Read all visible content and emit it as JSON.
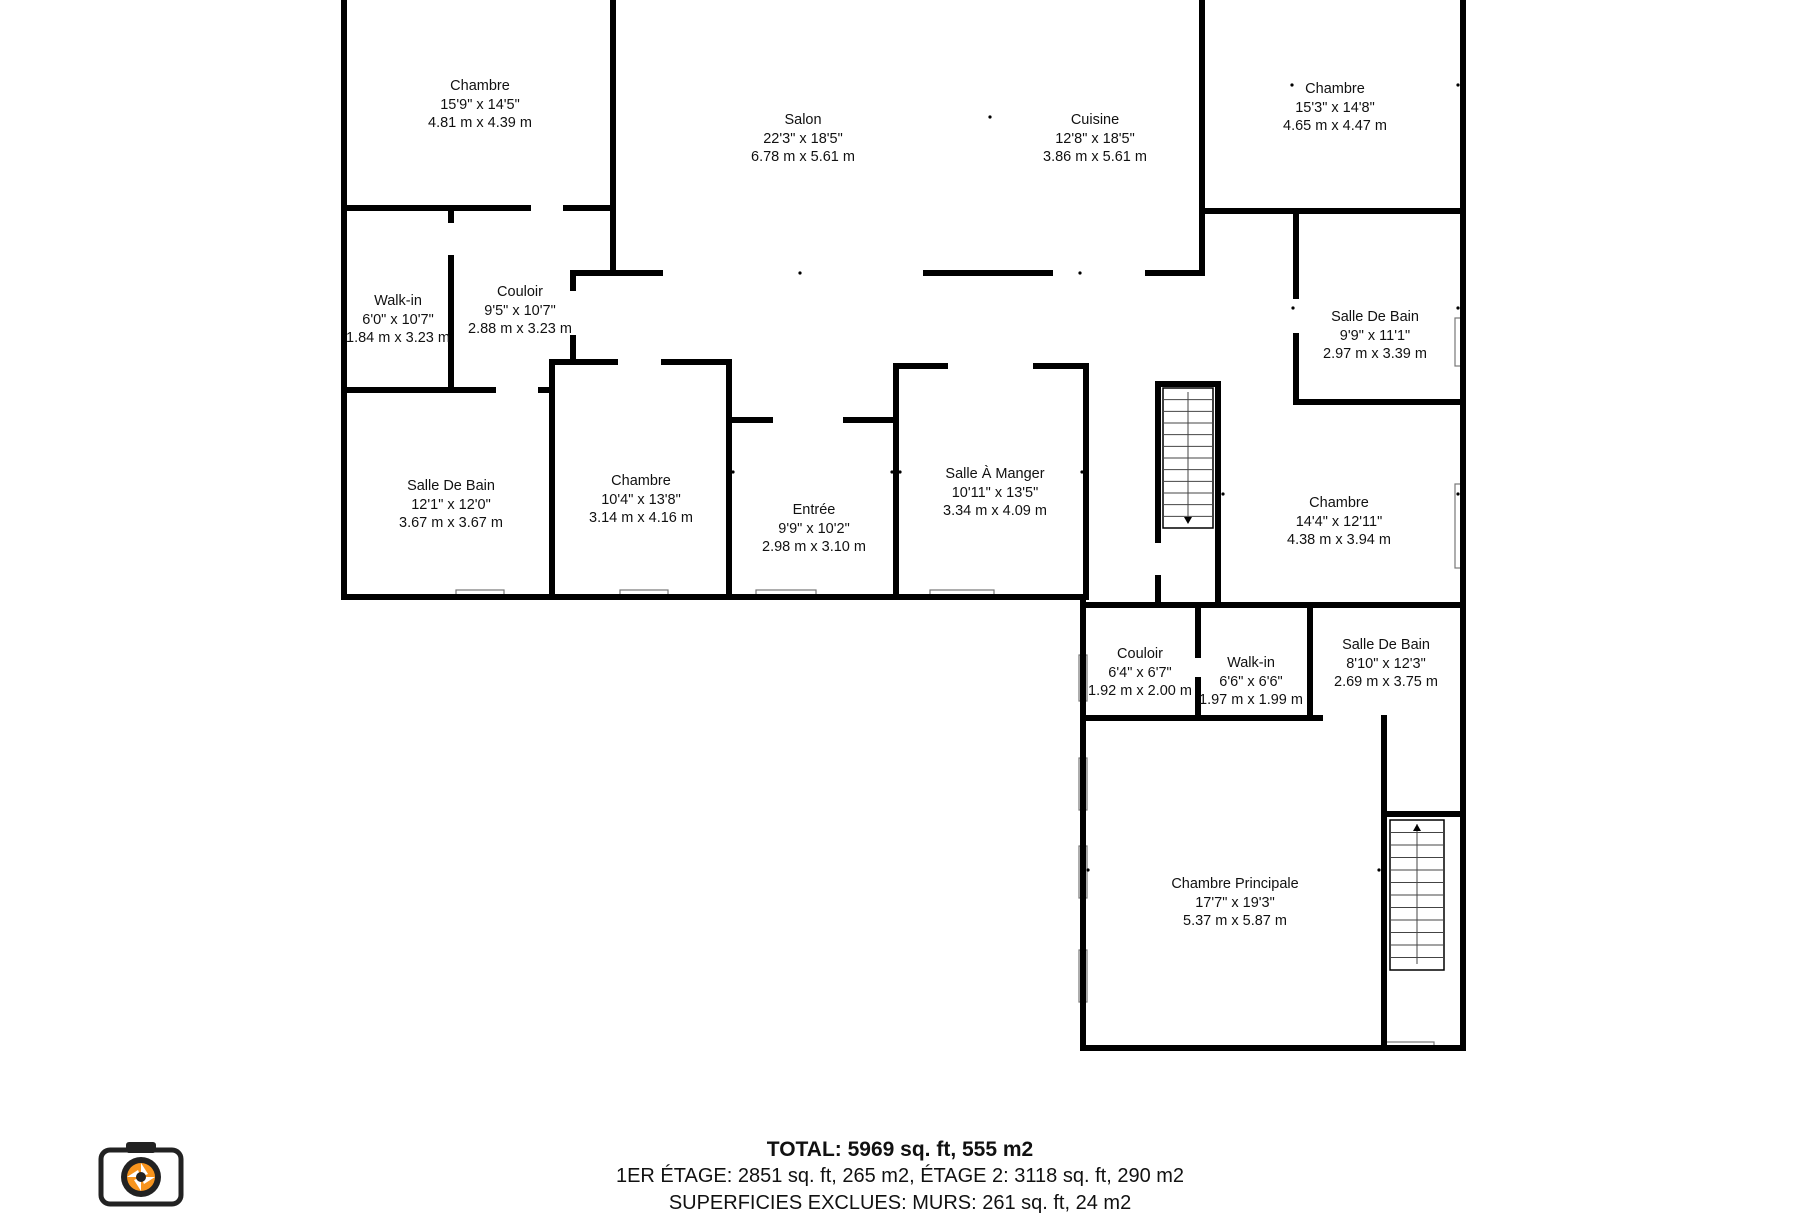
{
  "rooms": [
    {
      "id": "chambre-nw",
      "name": "Chambre",
      "imperial": "15'9\" x 14'5\"",
      "metric": "4.81 m x 4.39 m"
    },
    {
      "id": "salon",
      "name": "Salon",
      "imperial": "22'3\" x 18'5\"",
      "metric": "6.78 m x 5.61 m"
    },
    {
      "id": "cuisine",
      "name": "Cuisine",
      "imperial": "12'8\" x 18'5\"",
      "metric": "3.86 m x 5.61 m"
    },
    {
      "id": "chambre-ne",
      "name": "Chambre",
      "imperial": "15'3\" x 14'8\"",
      "metric": "4.65 m x 4.47 m"
    },
    {
      "id": "walkin-w",
      "name": "Walk-in",
      "imperial": "6'0\" x 10'7\"",
      "metric": "1.84 m x 3.23 m"
    },
    {
      "id": "couloir-w",
      "name": "Couloir",
      "imperial": "9'5\" x 10'7\"",
      "metric": "2.88 m x 3.23 m"
    },
    {
      "id": "sdb-e",
      "name": "Salle De Bain",
      "imperial": "9'9\" x 11'1\"",
      "metric": "2.97 m x 3.39 m"
    },
    {
      "id": "sdb-w",
      "name": "Salle De Bain",
      "imperial": "12'1\" x 12'0\"",
      "metric": "3.67 m x 3.67 m"
    },
    {
      "id": "chambre-mid",
      "name": "Chambre",
      "imperial": "10'4\" x 13'8\"",
      "metric": "3.14 m x 4.16 m"
    },
    {
      "id": "entree",
      "name": "Entrée",
      "imperial": "9'9\" x 10'2\"",
      "metric": "2.98 m x 3.10 m"
    },
    {
      "id": "salle-manger",
      "name": "Salle À Manger",
      "imperial": "10'11\" x 13'5\"",
      "metric": "3.34 m x 4.09 m"
    },
    {
      "id": "chambre-e",
      "name": "Chambre",
      "imperial": "14'4\" x 12'11\"",
      "metric": "4.38 m x 3.94 m"
    },
    {
      "id": "couloir-s",
      "name": "Couloir",
      "imperial": "6'4\" x 6'7\"",
      "metric": "1.92 m x 2.00 m"
    },
    {
      "id": "walkin-s",
      "name": "Walk-in",
      "imperial": "6'6\" x 6'6\"",
      "metric": "1.97 m x 1.99 m"
    },
    {
      "id": "sdb-s",
      "name": "Salle De Bain",
      "imperial": "8'10\" x 12'3\"",
      "metric": "2.69 m x 3.75 m"
    },
    {
      "id": "chambre-principale",
      "name": "Chambre Principale",
      "imperial": "17'7\" x 19'3\"",
      "metric": "5.37 m x 5.87 m"
    }
  ],
  "footer": {
    "total": "TOTAL: 5969 sq. ft, 555 m2",
    "floors": "1ER ÉTAGE: 2851 sq. ft, 265 m2, ÉTAGE 2: 3118 sq. ft, 290 m2",
    "excluded": "SUPERFICIES EXCLUES: MURS: 261 sq. ft, 24 m2"
  },
  "colors": {
    "wall": "#000000",
    "logo_accent": "#f7941d",
    "logo_dark": "#222222"
  },
  "icons": [
    "camera-aperture-logo-icon",
    "staircase-icon"
  ]
}
